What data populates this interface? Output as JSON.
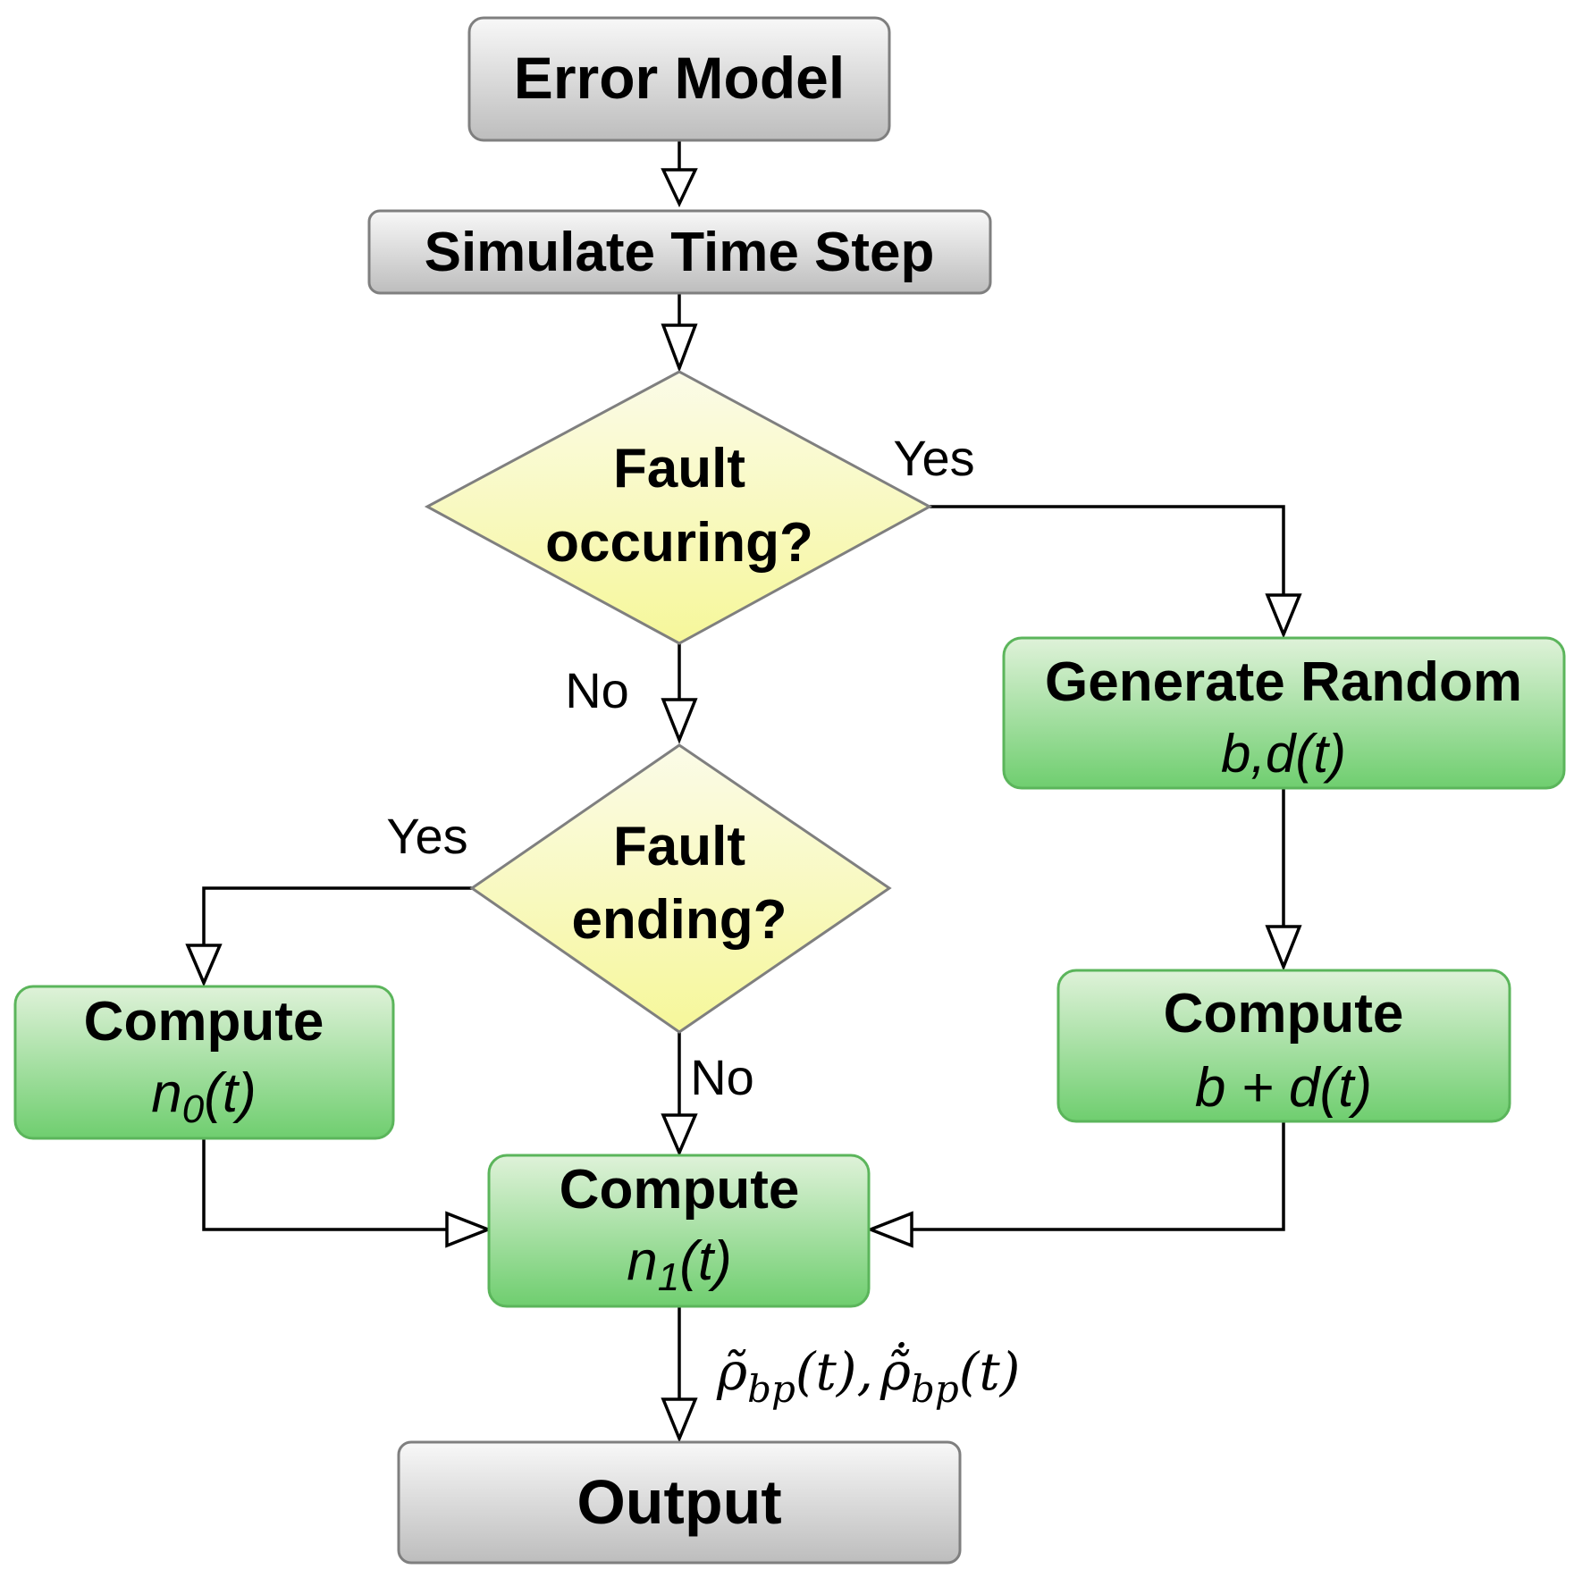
{
  "nodes": {
    "error_model": {
      "label": "Error Model"
    },
    "simulate": {
      "label": "Simulate Time Step"
    },
    "fault_occurring": {
      "line1": "Fault",
      "line2": "occuring?"
    },
    "fault_ending": {
      "line1": "Fault",
      "line2": "ending?"
    },
    "generate_random": {
      "line1": "Generate Random",
      "line2": "b,d(t)"
    },
    "compute_bd": {
      "line1": "Compute",
      "line2": "b + d(t)"
    },
    "compute_n0": {
      "line1": "Compute",
      "line2_base": "n",
      "line2_sub": "0",
      "line2_tail": "(t)"
    },
    "compute_n1": {
      "line1": "Compute",
      "line2_base": "n",
      "line2_sub": "1",
      "line2_tail": "(t)"
    },
    "output": {
      "label": "Output"
    }
  },
  "edges": {
    "occurring_yes": "Yes",
    "occurring_no": "No",
    "ending_yes": "Yes",
    "ending_no": "No",
    "output_label": {
      "rho1": "ρ̃",
      "sub1": "bp",
      "tail1": "(t),",
      "rho2": "ρ̃̇",
      "sub2": "bp",
      "tail2": "(t)"
    }
  },
  "colors": {
    "gray_top": "#f8f8f8",
    "gray_bottom": "#bdbdbd",
    "gray_border": "#7f7f7f",
    "green_top": "#dff2d9",
    "green_bottom": "#6fce6f",
    "green_border": "#5bb55b",
    "yellow_top": "#fbfbe8",
    "yellow_bottom": "#f6f79a",
    "diamond_border": "#7f7f7f"
  }
}
